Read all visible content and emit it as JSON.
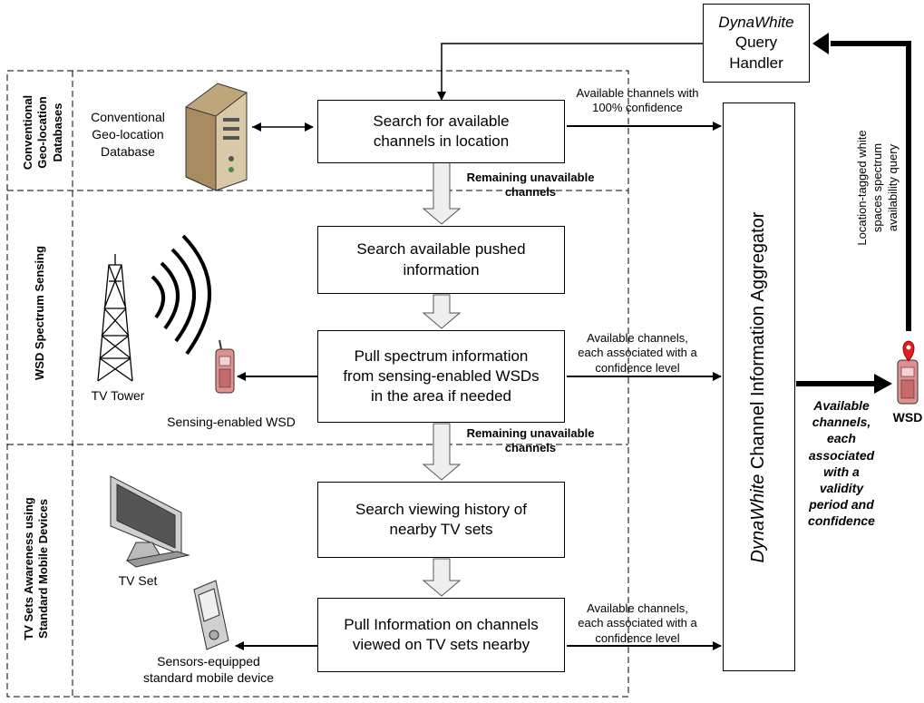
{
  "query_handler": {
    "line1": "DynaWhite",
    "line2": "Query",
    "line3": "Handler"
  },
  "sections": [
    {
      "label_line1": "Conventional",
      "label_line2": "Geo-location",
      "label_line3": "Databases"
    },
    {
      "label_line1": "WSD Spectrum Sensing"
    },
    {
      "label_line1": "TV Sets Awareness using",
      "label_line2": "Standard Mobile Devices"
    }
  ],
  "boxes": {
    "search_channels": {
      "line1": "Search for available",
      "line2": "channels in location"
    },
    "search_pushed": {
      "line1": "Search available pushed",
      "line2": "information"
    },
    "pull_spectrum": {
      "line1": "Pull spectrum information",
      "line2": "from sensing-enabled WSDs",
      "line3": "in the area if needed"
    },
    "search_history": {
      "line1": "Search viewing history of",
      "line2": "nearby TV sets"
    },
    "pull_tv": {
      "line1": "Pull Information on channels",
      "line2": "viewed on TV sets nearby"
    }
  },
  "aggregator": {
    "italic_part": "DynaWhite",
    "rest": " Channel Information Aggregator"
  },
  "devices": {
    "database": {
      "line1": "Conventional",
      "line2": "Geo-location",
      "line3": "Database"
    },
    "tower": "TV Tower",
    "sensing_wsd": "Sensing-enabled WSD",
    "tv_set": "TV Set",
    "mobile": {
      "line1": "Sensors-equipped",
      "line2": "standard mobile device"
    },
    "wsd": "WSD"
  },
  "edge_labels": {
    "full_confidence": {
      "line1": "Available channels with",
      "line2": "100% confidence"
    },
    "remaining_1": {
      "line1": "Remaining unavailable",
      "line2": "channels"
    },
    "remaining_2": {
      "line1": "Remaining unavailable",
      "line2": "channels"
    },
    "confidence_1": {
      "line1": "Available channels,",
      "line2": "each associated with a",
      "line3": "confidence level"
    },
    "confidence_2": {
      "line1": "Available channels,",
      "line2": "each associated with a",
      "line3": "confidence level"
    },
    "query": {
      "line1": "Location-tagged white",
      "line2": "spaces spectrum",
      "line3": "availability query"
    },
    "output": {
      "line1": "Available",
      "line2": "channels,",
      "line3": "each",
      "line4": "associated",
      "line5": "with a",
      "line6": "validity",
      "line7": "period and",
      "line8": "confidence"
    }
  },
  "colors": {
    "line": "#000000",
    "phone": "#e09090",
    "pin": "#e02020",
    "server": "#d9c9a8",
    "flow_arrow_fill": "#eeeeee"
  }
}
